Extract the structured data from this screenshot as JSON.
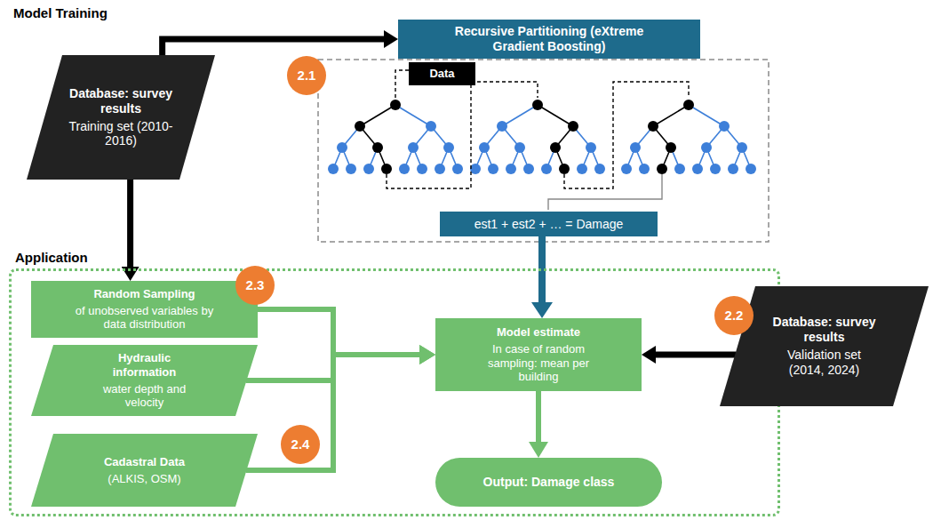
{
  "diagram": {
    "nodes": [
      {
        "text": [
          "Database: survey results",
          "Training set (2010-2016)"
        ]
      },
      {
        "text": [
          "Recursive Partitioning (eXtreme Gradient Boosting)"
        ]
      },
      {
        "text": [
          "Data"
        ]
      },
      {
        "text": [
          "est1 + est2 + … = Damage"
        ]
      },
      {
        "text": [
          "Application"
        ]
      },
      {
        "text": [
          "Random Sampling",
          "of unobserved variables by data distribution"
        ],
        "in": 4
      },
      {
        "text": [
          "Hydraulic information",
          "water depth and velocity"
        ],
        "in": 4
      },
      {
        "text": [
          "Cadastral Data",
          "(ALKIS, OSM)"
        ],
        "in": 4
      },
      {
        "text": [
          "Model estimate",
          "In case of random sampling: mean per building"
        ],
        "in": 4
      },
      {
        "text": [
          "Output: Damage class"
        ],
        "in": 4
      },
      {
        "text": [
          "Database: survey results",
          "Validation set (2014, 2024)"
        ]
      }
    ],
    "edges": [
      {
        "from": 0,
        "to": 1,
        "arrow": "to"
      },
      {
        "from": 0,
        "to": 5,
        "arrow": "to"
      },
      {
        "from": 3,
        "to": 8,
        "arrow": "to"
      },
      {
        "from": 5,
        "to": 8,
        "arrow": "to"
      },
      {
        "from": 6,
        "to": 8,
        "arrow": "to"
      },
      {
        "from": 7,
        "to": 8,
        "arrow": "to"
      },
      {
        "from": 10,
        "to": 8,
        "arrow": "to"
      },
      {
        "from": 8,
        "to": 9,
        "arrow": "to"
      }
    ],
    "labels": [
      "Model Training",
      "2.1",
      "2.3",
      "2.2",
      "2.4"
    ]
  }
}
